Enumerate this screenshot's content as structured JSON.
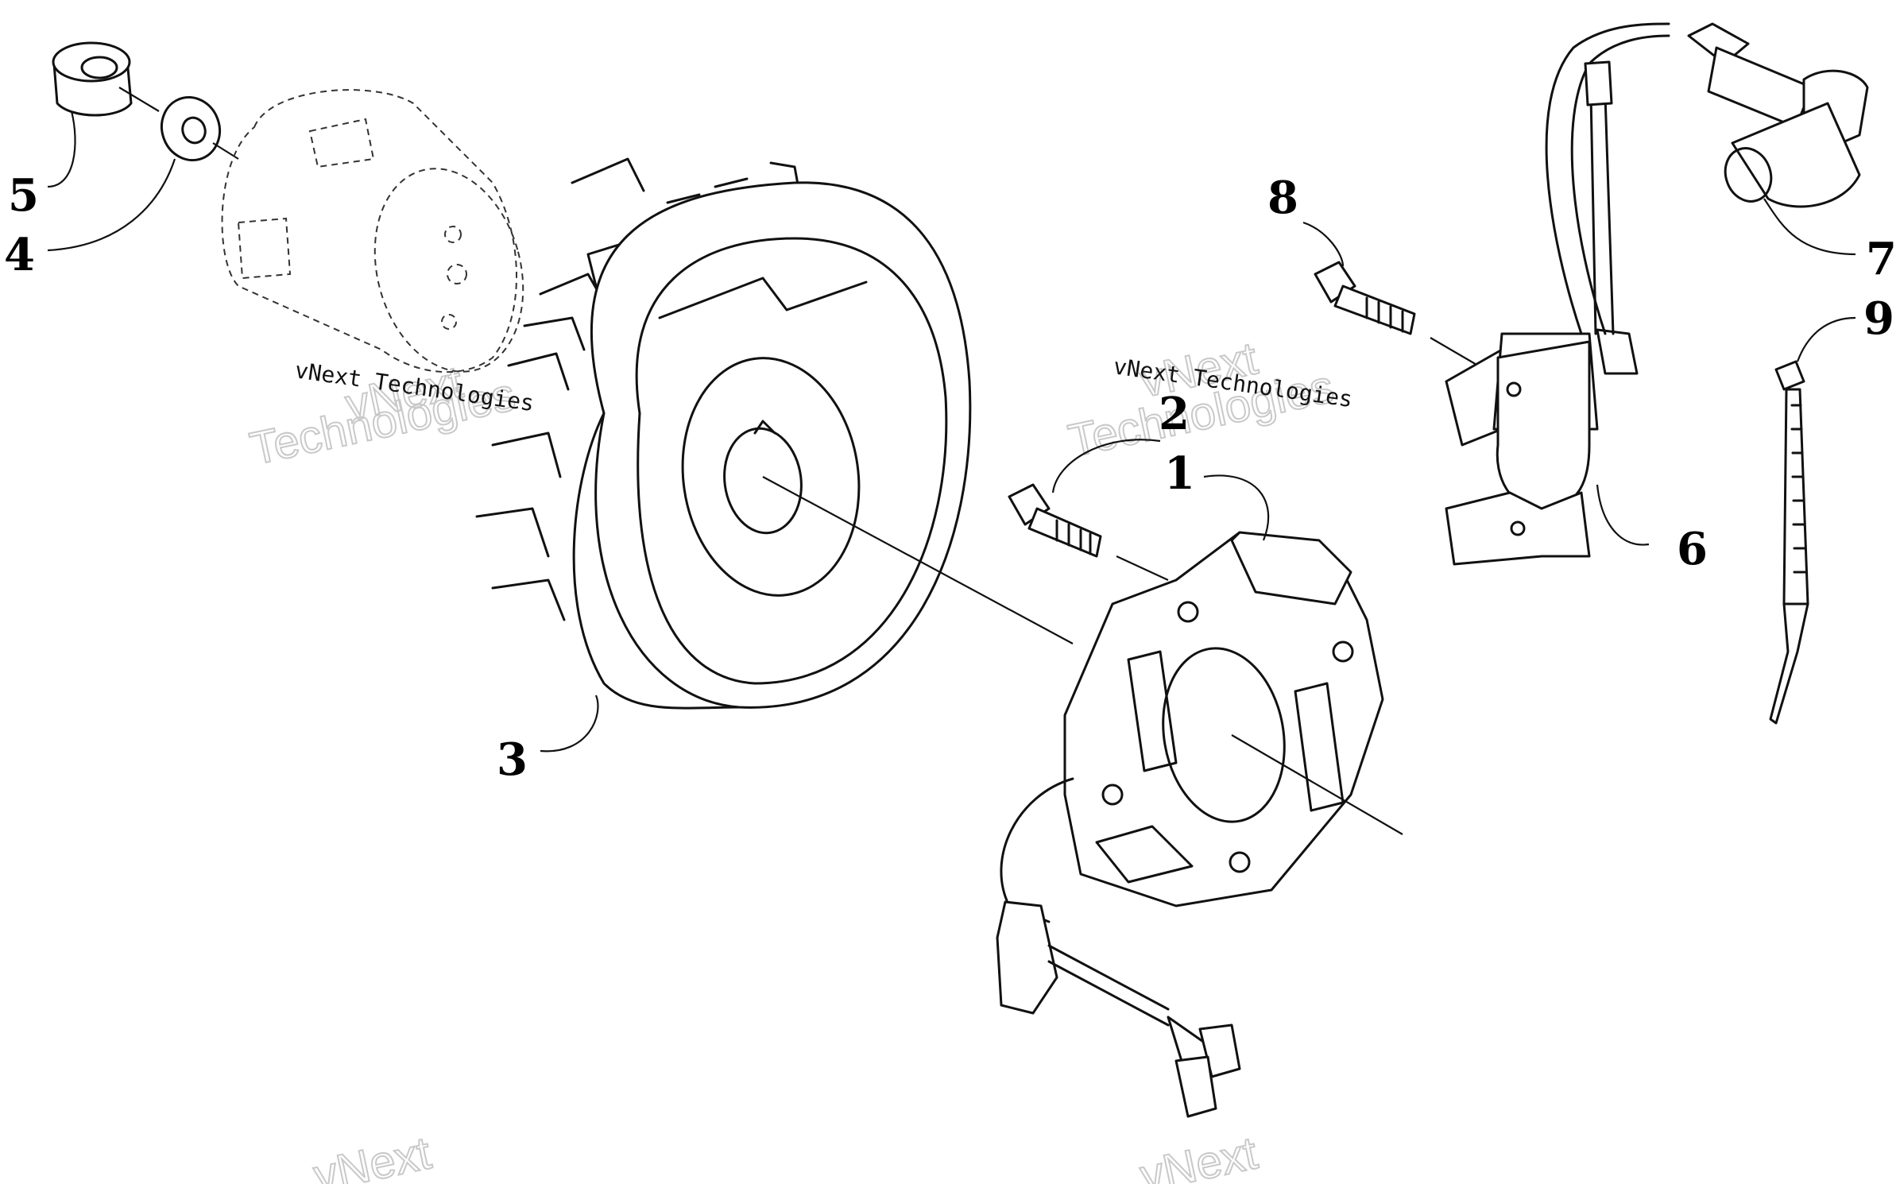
{
  "callouts": {
    "c1": "1",
    "c2": "2",
    "c3": "3",
    "c4": "4",
    "c5": "5",
    "c6": "6",
    "c7": "7",
    "c8": "8",
    "c9": "9"
  },
  "watermarks": {
    "company_line": "vNext Technologies",
    "word_a": "vNext",
    "word_b": "Technologies"
  }
}
